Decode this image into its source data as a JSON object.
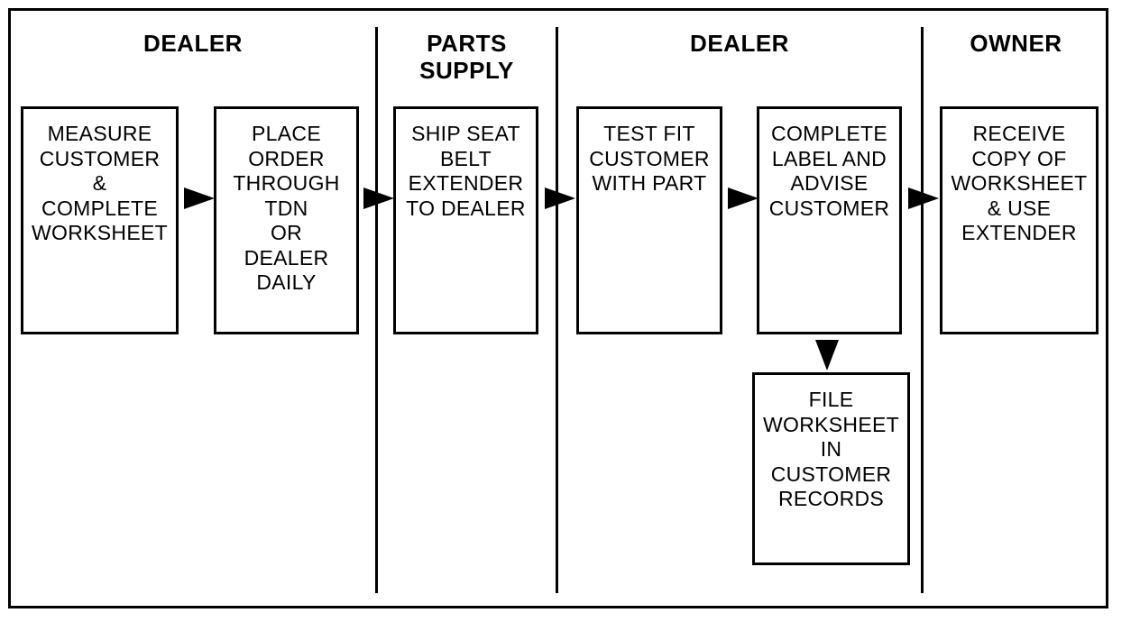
{
  "headers": {
    "dealer_left": "DEALER",
    "parts_supply": [
      "PARTS",
      "SUPPLY"
    ],
    "dealer_right": "DEALER",
    "owner": "OWNER"
  },
  "steps": {
    "measure": [
      "MEASURE",
      "CUSTOMER",
      "&",
      "COMPLETE",
      "WORKSHEET"
    ],
    "place_order": [
      "PLACE",
      "ORDER",
      "THROUGH",
      "TDN",
      "OR",
      "DEALER",
      "DAILY"
    ],
    "ship": [
      "SHIP SEAT",
      "BELT",
      "EXTENDER",
      "TO DEALER"
    ],
    "test_fit": [
      "TEST FIT",
      "CUSTOMER",
      "WITH PART"
    ],
    "complete_label": [
      "COMPLETE",
      "LABEL AND",
      "ADVISE",
      "CUSTOMER"
    ],
    "receive": [
      "RECEIVE",
      "COPY OF",
      "WORKSHEET",
      "& USE",
      "EXTENDER"
    ],
    "file": [
      "FILE",
      "WORKSHEET",
      "IN",
      "CUSTOMER",
      "RECORDS"
    ]
  }
}
